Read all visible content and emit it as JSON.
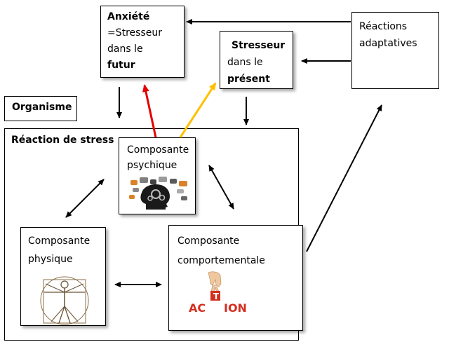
{
  "anxiete": {
    "line1": "Anxiété",
    "line2": "=Stresseur",
    "line3": "dans le",
    "line4": "futur"
  },
  "stresseur": {
    "line1": "Stresseur",
    "line2": "dans le",
    "line3": "présent"
  },
  "reactions": {
    "line1": "Réactions",
    "line2": "adaptatives"
  },
  "organisme": {
    "label": "Organisme"
  },
  "reaction_stress": {
    "label": "Réaction de stress"
  },
  "psychique": {
    "line1": "Composante",
    "line2": "psychique",
    "icon": "head-gears-icon"
  },
  "physique": {
    "line1": "Composante",
    "line2": "physique",
    "icon": "vitruvian-man-icon"
  },
  "comportementale": {
    "line1": "Composante",
    "line2": "comportementale",
    "icon": "action-hand-icon",
    "logo_left": "AC",
    "logo_tile": "T",
    "logo_right": "ION"
  },
  "colors": {
    "red_arrow": "#e50000",
    "yellow_arrow": "#ffc000",
    "black": "#000000"
  }
}
